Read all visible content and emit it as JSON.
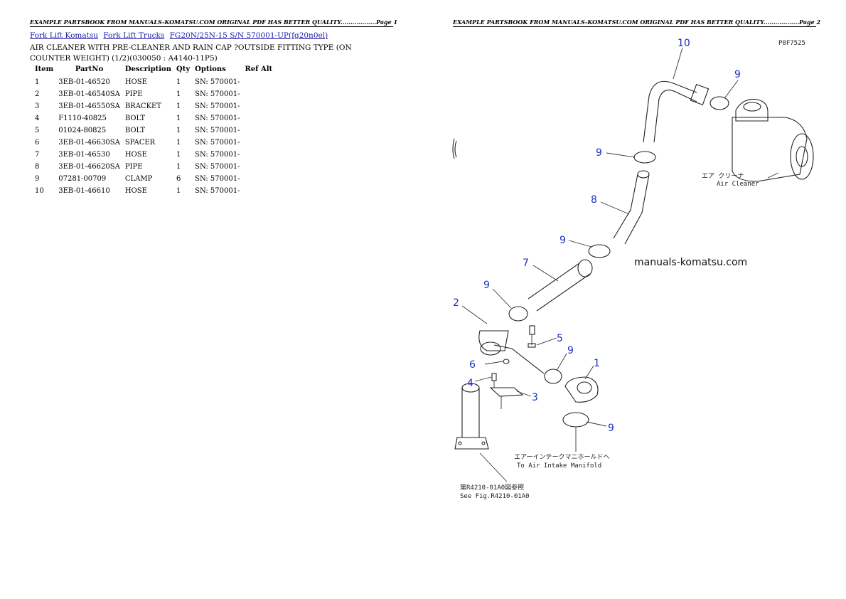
{
  "banners": {
    "left": "EXAMPLE PARTSBOOK FROM MANUALS-KOMATSU.COM ORIGINAL PDF HAS BETTER QUALITY..................Page 1",
    "right": "EXAMPLE PARTSBOOK FROM MANUALS-KOMATSU.COM ORIGINAL PDF HAS BETTER QUALITY..................Page 2"
  },
  "breadcrumb": {
    "links": [
      "Fork Lift Komatsu",
      "Fork Lift Trucks",
      "FG20N/25N-15 S/N 570001-UP(fg20n0el)"
    ]
  },
  "title": "AIR CLEANER WITH PRE-CLEANER AND RAIN CAP ?OUTSIDE FITTING TYPE (ON COUNTER WEIGHT) (1/2)(030050 : A4140-11P5)",
  "table": {
    "headers": [
      "Item",
      "PartNo",
      "Description",
      "Qty",
      "Options",
      "Ref Alt"
    ],
    "rows": [
      [
        "1",
        "3EB-01-46520",
        "HOSE",
        "1",
        "SN: 570001-",
        ""
      ],
      [
        "2",
        "3EB-01-46540SA",
        "PIPE",
        "1",
        "SN: 570001-",
        ""
      ],
      [
        "3",
        "3EB-01-46550SA",
        "BRACKET",
        "1",
        "SN: 570001-",
        ""
      ],
      [
        "4",
        "F1110-40825",
        "BOLT",
        "1",
        "SN: 570001-",
        ""
      ],
      [
        "5",
        "01024-80825",
        "BOLT",
        "1",
        "SN: 570001-",
        ""
      ],
      [
        "6",
        "3EB-01-46630SA",
        "SPACER",
        "1",
        "SN: 570001-",
        ""
      ],
      [
        "7",
        "3EB-01-46530",
        "HOSE",
        "1",
        "SN: 570001-",
        ""
      ],
      [
        "8",
        "3EB-01-46620SA",
        "PIPE",
        "1",
        "SN: 570001-",
        ""
      ],
      [
        "9",
        "07281-00709",
        "CLAMP",
        "6",
        "SN: 570001-",
        ""
      ],
      [
        "10",
        "3EB-01-46610",
        "HOSE",
        "1",
        "SN: 570001-",
        ""
      ]
    ]
  },
  "diagram": {
    "code": "P8F7525",
    "watermark": "manuals-komatsu.com",
    "air_cleaner_jp": "エア クリーナ",
    "air_cleaner_en": "Air Cleaner",
    "intake_jp": "エアーインテークマニホールドへ",
    "intake_en": "To Air Intake Manifold",
    "see_fig_jp": "第R4210-01A0図参照",
    "see_fig_en": "See Fig.R4210-01A0",
    "callouts": [
      "10",
      "9",
      "9",
      "8",
      "9",
      "7",
      "9",
      "2",
      "5",
      "9",
      "6",
      "1",
      "4",
      "3",
      "9"
    ]
  }
}
